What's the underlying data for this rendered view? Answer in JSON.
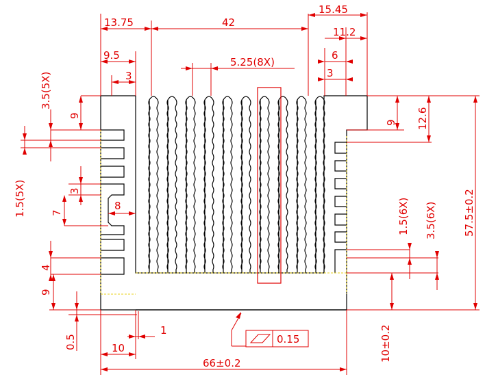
{
  "colors": {
    "outline": "#000000",
    "dimension": "#e00000",
    "hidden_edge": "#e8d21a",
    "background": "#ffffff"
  },
  "dimensions": {
    "top_13_75": "13.75",
    "top_42": "42",
    "top_15_45": "15.45",
    "top_11_2": "11.2",
    "top_9_5": "9.5",
    "top_6": "6",
    "top_3_left": "3",
    "top_3_right": "3",
    "pitch": "5.25(8X)",
    "left_3_5_5x": "3.5(5X)",
    "left_9": "9",
    "left_1_5_5x": "1.5(5X)",
    "left_3": "3",
    "left_7": "7",
    "left_8": "8",
    "left_4": "4",
    "left_9_bottom": "9",
    "left_0_5": "0.5",
    "bottom_10": "10",
    "bottom_1": "1",
    "bottom_66": "66±0.2",
    "right_9": "9",
    "right_12_6": "12.6",
    "right_1_5_6x": "1.5(6X)",
    "right_3_5_6x": "3.5(6X)",
    "right_57_5": "57.5±0.2",
    "right_10": "10±0.2"
  },
  "flatness_tolerance": {
    "symbol": "flatness",
    "value": "0.15"
  }
}
